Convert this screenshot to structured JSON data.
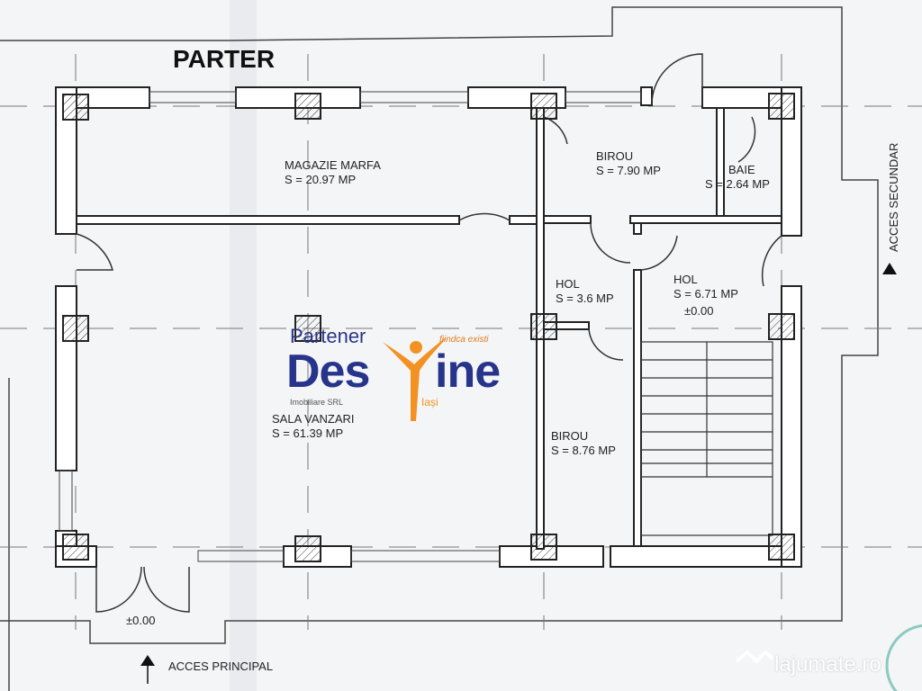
{
  "title": "PARTER",
  "rooms": [
    {
      "name": "MAGAZIE MARFA",
      "area": "S = 20.97 MP"
    },
    {
      "name": "BIROU",
      "area": "S = 7.90 MP"
    },
    {
      "name": "BAIE",
      "area": "S = 2.64 MP"
    },
    {
      "name": "HOL",
      "area": "S = 3.6 MP"
    },
    {
      "name": "HOL",
      "area": "S = 6.71 MP",
      "level": "±0.00"
    },
    {
      "name": "SALA VANZARI",
      "area": "S = 61.39 MP"
    },
    {
      "name": "BIROU",
      "area": "S = 8.76 MP"
    }
  ],
  "entrance_level": "±0.00",
  "access_main": "ACCES PRINCIPAL",
  "access_secondary": "ACCES SECUNDAR",
  "logo": {
    "partner": "Partener",
    "brand_left": "Des",
    "brand_right": "ine",
    "company": "Imobiliare SRL",
    "city": "Iași",
    "slogan": "fiindca existi"
  },
  "watermark": "lajumate.ro",
  "colors": {
    "wall": "#222222",
    "brand_blue": "#27348b",
    "brand_orange": "#f39222"
  }
}
